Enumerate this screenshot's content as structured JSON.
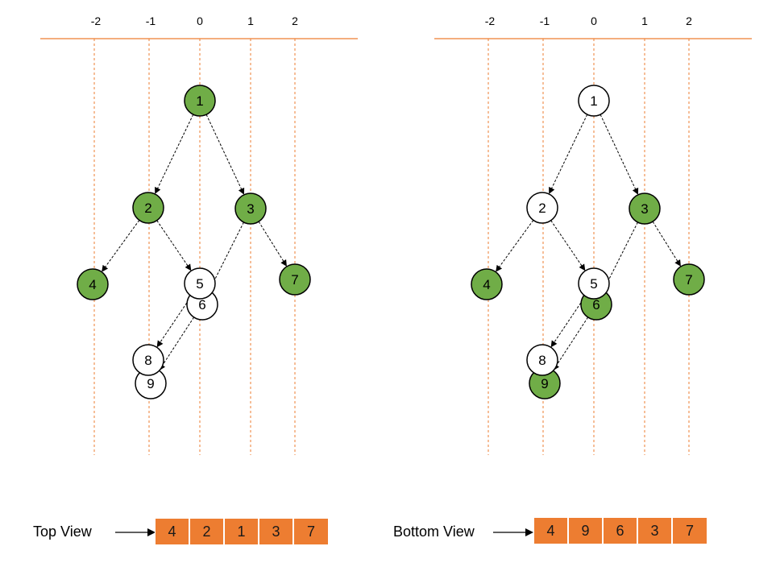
{
  "colors": {
    "axis": "#ed7d31",
    "visible_node": "#70ad47",
    "hidden_node": "#ffffff",
    "node_stroke": "#000000",
    "cell_fill": "#ed7d31"
  },
  "columns": [
    "-2",
    "-1",
    "0",
    "1",
    "2"
  ],
  "panels": [
    {
      "id": "top-view",
      "node_colors": {
        "1": "green",
        "2": "green",
        "3": "green",
        "4": "green",
        "5": "white",
        "6": "white",
        "7": "green",
        "8": "white",
        "9": "white"
      },
      "caption": "Top View",
      "result": [
        "4",
        "2",
        "1",
        "3",
        "7"
      ]
    },
    {
      "id": "bottom-view",
      "node_colors": {
        "1": "white",
        "2": "white",
        "3": "green",
        "4": "green",
        "5": "white",
        "6": "green",
        "7": "green",
        "8": "white",
        "9": "green"
      },
      "caption": "Bottom View",
      "result": [
        "4",
        "9",
        "6",
        "3",
        "7"
      ]
    }
  ],
  "nodes": [
    "1",
    "2",
    "3",
    "4",
    "5",
    "6",
    "7",
    "8",
    "9"
  ],
  "edges": [
    [
      "1",
      "2"
    ],
    [
      "1",
      "3"
    ],
    [
      "2",
      "4"
    ],
    [
      "2",
      "5"
    ],
    [
      "3",
      "6"
    ],
    [
      "3",
      "7"
    ],
    [
      "5",
      "8"
    ],
    [
      "6",
      "9"
    ]
  ]
}
